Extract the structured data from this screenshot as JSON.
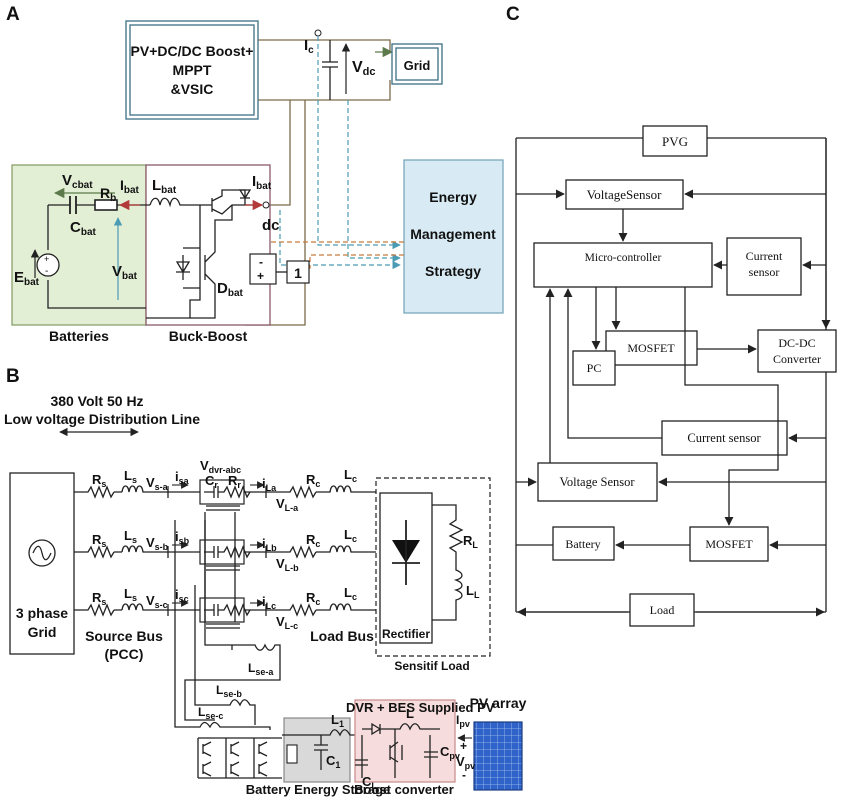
{
  "panel_labels": {
    "a": "A",
    "b": "B",
    "c": "C"
  },
  "panel_a": {
    "pv_block": {
      "line1": "PV+DC/DC Boost+",
      "line2": "MPPT",
      "line3": "&VSIC"
    },
    "grid": "Grid",
    "ic": "I",
    "ic_sub": "c",
    "vdc": "V",
    "vdc_sub": "dc",
    "ems": {
      "line1": "Energy",
      "line2": "Management",
      "line3": "Strategy"
    },
    "vcbat": "V",
    "vcbat_sub": "cbat",
    "rb": "R",
    "rb_sub": "b",
    "ibat_left": "I",
    "ibat_left_sub": "bat",
    "cbat": "C",
    "cbat_sub": "bat",
    "lbat": "L",
    "lbat_sub": "bat",
    "ibat_right": "I",
    "ibat_right_sub": "bat",
    "dc": "dc",
    "ebat": "E",
    "ebat_sub": "bat",
    "vbat": "V",
    "vbat_sub": "bat",
    "dbat": "D",
    "dbat_sub": "bat",
    "one": "1",
    "minus": "-",
    "plus": "+",
    "batteries": "Batteries",
    "buck_boost": "Buck-Boost"
  },
  "panel_b": {
    "line_title1": "380 Volt 50 Hz",
    "line_title2": "Low voltage Distribution Line",
    "grid_label1": "3 phase",
    "grid_label2": "Grid",
    "source_bus1": "Source Bus",
    "source_bus2": "(PCC)",
    "load_bus": "Load Bus",
    "sensitif_load": "Sensitif Load",
    "rectifier": "Rectifier",
    "rl": "R",
    "rl_sub": "L",
    "ll": "L",
    "ll_sub": "L",
    "vdvr": "V",
    "vdvr_sub": "dvr-abc",
    "cr": "C",
    "cr_sub": "r",
    "rr": "R",
    "rr_sub": "r",
    "rows": [
      {
        "rs": "R",
        "rs_sub": "s",
        "ls": "L",
        "ls_sub": "s",
        "vs": "V",
        "vs_sub": "s-a",
        "is": "i",
        "is_sub": "sa",
        "il": "i",
        "il_sub": "La",
        "rc": "R",
        "rc_sub": "c",
        "lc": "L",
        "lc_sub": "c",
        "vl": "V",
        "vl_sub": "L-a"
      },
      {
        "rs": "R",
        "rs_sub": "s",
        "ls": "L",
        "ls_sub": "s",
        "vs": "V",
        "vs_sub": "s-b",
        "is": "i",
        "is_sub": "sb",
        "il": "i",
        "il_sub": "Lb",
        "rc": "R",
        "rc_sub": "c",
        "lc": "L",
        "lc_sub": "c",
        "vl": "V",
        "vl_sub": "L-b"
      },
      {
        "rs": "R",
        "rs_sub": "s",
        "ls": "L",
        "ls_sub": "s",
        "vs": "V",
        "vs_sub": "s-c",
        "is": "i",
        "is_sub": "sc",
        "il": "i",
        "il_sub": "Lc",
        "rc": "R",
        "rc_sub": "c",
        "lc": "L",
        "lc_sub": "c",
        "vl": "V",
        "vl_sub": "L-c"
      }
    ],
    "lse_a": "L",
    "lse_a_sub": "se-a",
    "lse_b": "L",
    "lse_b_sub": "se-b",
    "lse_c": "L",
    "lse_c_sub": "se-c",
    "dvr_title": "DVR + BES Supplied PV",
    "pv_array": "PV array",
    "l1": "L",
    "l1_sub": "1",
    "l": "L",
    "c1": "C",
    "c1_sub": "1",
    "cl": "C",
    "cl_sub": "L",
    "cpv": "C",
    "cpv_sub": "pv",
    "ipv": "I",
    "ipv_sub": "pv",
    "vpv": "V",
    "vpv_sub": "pv",
    "pv_plus": "+",
    "pv_minus": "-",
    "battery_storage": "Battery Energy Storage",
    "boost_converter": "Boost converter"
  },
  "panel_c": {
    "pvg": "PVG",
    "voltage_sensor_top": "VoltageSensor",
    "micro": "Micro-controller",
    "current_sensor_top1": "Current",
    "current_sensor_top2": "sensor",
    "mosfet_top": "MOSFET",
    "dcdc1": "DC-DC",
    "dcdc2": "Converter",
    "pc": "PC",
    "current_sensor_mid": "Current sensor",
    "voltage_sensor_bot": "Voltage Sensor",
    "battery": "Battery",
    "mosfet_bot": "MOSFET",
    "load": "Load"
  },
  "colors": {
    "battery_panel": "#e3efd5",
    "ems_box": "#d8ebf4",
    "battery_storage": "#d9d9d9",
    "boost_box": "#f6dcdc",
    "pv_panel": "#2f63c9",
    "orange_arrow": "#c77a3a",
    "teal_arrow": "#4c9bb5",
    "brown_wire": "#7a6a4a"
  }
}
